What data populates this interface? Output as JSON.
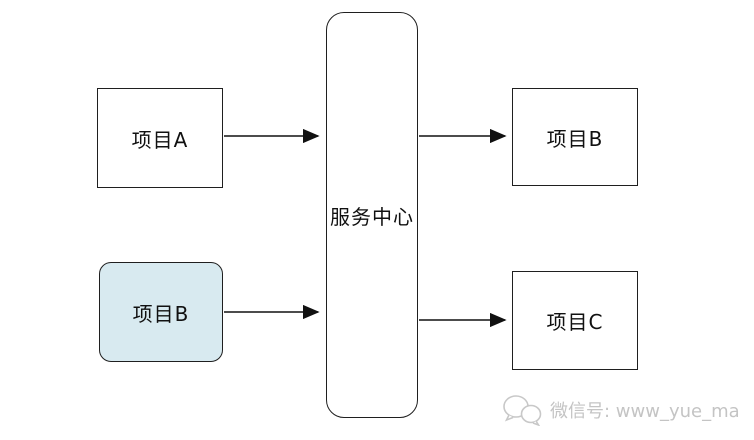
{
  "diagram": {
    "nodes": {
      "project_a_left": {
        "label": "项目A"
      },
      "project_b_left": {
        "label": "项目B"
      },
      "service_center": {
        "label": "服务中心"
      },
      "project_b_right": {
        "label": "项目B"
      },
      "project_c_right": {
        "label": "项目C"
      }
    },
    "connections": [
      {
        "from": "项目A",
        "to": "服务中心"
      },
      {
        "from": "项目B",
        "to": "服务中心"
      },
      {
        "from": "服务中心",
        "to": "项目B"
      },
      {
        "from": "服务中心",
        "to": "项目C"
      }
    ],
    "colors": {
      "node_border": "#1f1f1f",
      "highlight_fill": "#d8eaf0",
      "arrow": "#111111",
      "background": "#ffffff",
      "watermark": "#c4c4c4"
    }
  },
  "watermark": {
    "icon": "wechat-icon",
    "text": "微信号: www_yue_ma"
  }
}
